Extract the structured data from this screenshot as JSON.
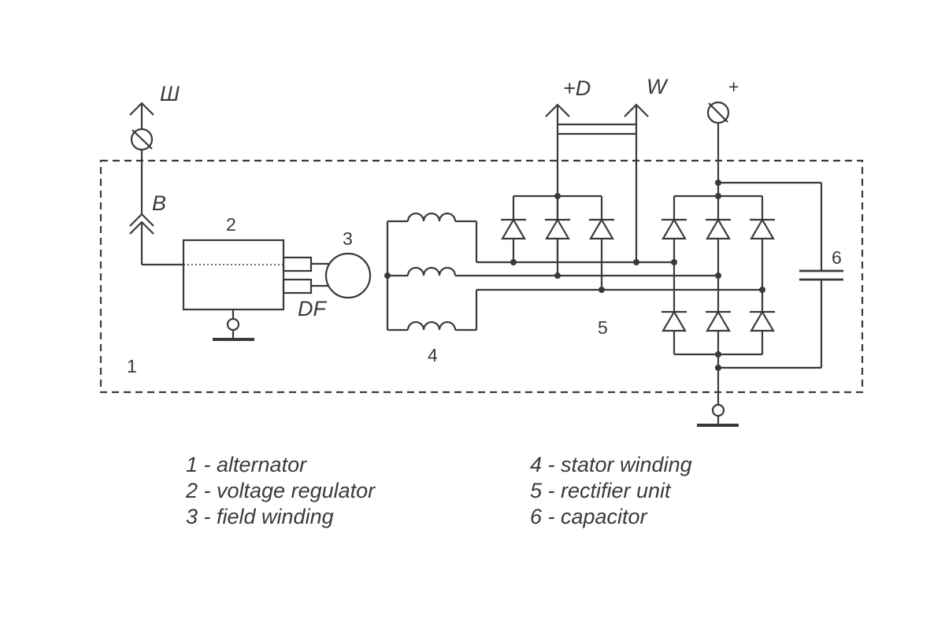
{
  "terminals": {
    "sh": "Ш",
    "b": "B",
    "plus_d": "+D",
    "w": "W",
    "plus": "+",
    "df": "DF"
  },
  "numbers": {
    "alternator": "1",
    "regulator": "2",
    "field": "3",
    "stator": "4",
    "rectifier": "5",
    "capacitor": "6"
  },
  "legend": {
    "left": [
      "1 - alternator",
      "2 - voltage regulator",
      "3 - field winding"
    ],
    "right": [
      "4 - stator winding",
      "5 - rectifier unit",
      "6 - capacitor"
    ]
  },
  "colors": {
    "stroke": "#3a3a3a",
    "background": "#ffffff"
  }
}
